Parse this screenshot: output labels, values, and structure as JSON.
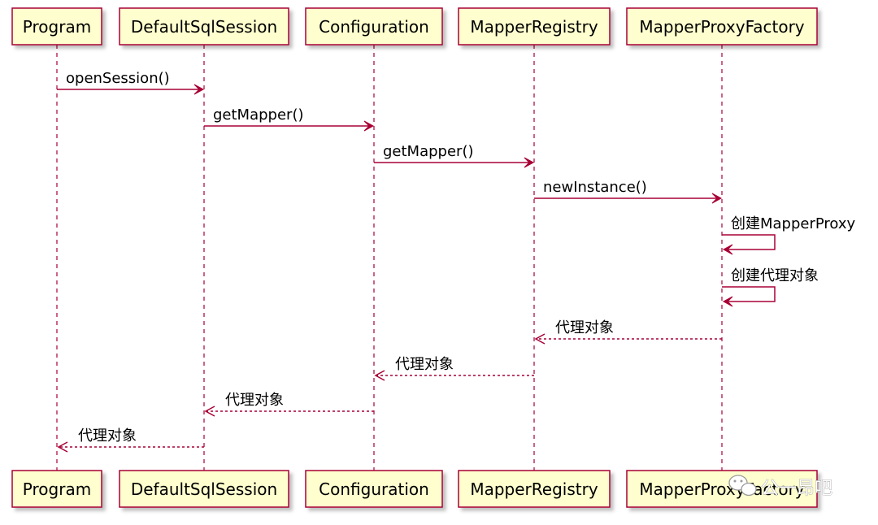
{
  "participants": [
    {
      "id": "program",
      "label": "Program"
    },
    {
      "id": "session",
      "label": "DefaultSqlSession"
    },
    {
      "id": "config",
      "label": "Configuration"
    },
    {
      "id": "registry",
      "label": "MapperRegistry"
    },
    {
      "id": "factory",
      "label": "MapperProxyFactory"
    }
  ],
  "messages": [
    {
      "from": "program",
      "to": "session",
      "label": "openSession()",
      "kind": "call"
    },
    {
      "from": "session",
      "to": "config",
      "label": "getMapper()",
      "kind": "call"
    },
    {
      "from": "config",
      "to": "registry",
      "label": "getMapper()",
      "kind": "call"
    },
    {
      "from": "registry",
      "to": "factory",
      "label": "newInstance()",
      "kind": "call"
    },
    {
      "from": "factory",
      "to": "factory",
      "label": "创建MapperProxy",
      "kind": "self"
    },
    {
      "from": "factory",
      "to": "factory",
      "label": "创建代理对象",
      "kind": "self"
    },
    {
      "from": "factory",
      "to": "registry",
      "label": "代理对象",
      "kind": "return"
    },
    {
      "from": "registry",
      "to": "config",
      "label": "代理对象",
      "kind": "return"
    },
    {
      "from": "config",
      "to": "session",
      "label": "代理对象",
      "kind": "return"
    },
    {
      "from": "session",
      "to": "program",
      "label": "代理对象",
      "kind": "return"
    }
  ],
  "watermark": {
    "text": "公一昂吧",
    "icon": "wechat-icon"
  },
  "colors": {
    "box_fill": "#FEFECE",
    "box_border": "#A80036",
    "arrow": "#A80036",
    "lifeline": "#A80036"
  }
}
